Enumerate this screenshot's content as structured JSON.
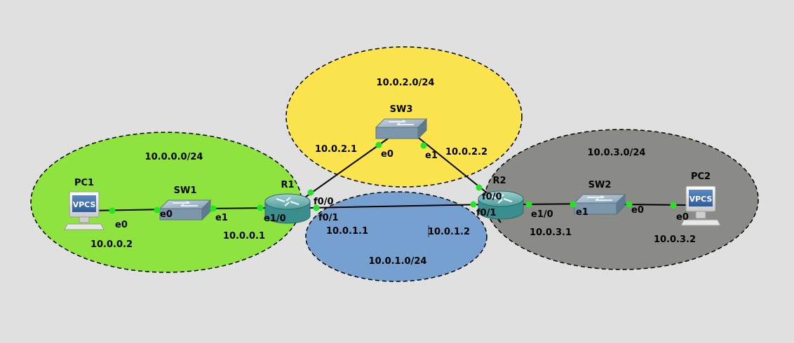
{
  "colors": {
    "background": "#e0e0e0",
    "zone_lan1": "#8ee33f",
    "zone_lan2": "#fce44e",
    "zone_link": "#76a0d0",
    "zone_lan3": "#8a8a86",
    "link_dot": "#22e622",
    "router_body": "#3a8e8e",
    "switch_body": "#7c96ab"
  },
  "zones": {
    "lan1": "10.0.0.0/24",
    "lan2": "10.0.2.0/24",
    "link": "10.0.1.0/24",
    "lan3": "10.0.3.0/24"
  },
  "nodes": {
    "pc1": {
      "name": "PC1",
      "badge": "VPCS",
      "icon": "pc-icon"
    },
    "pc2": {
      "name": "PC2",
      "badge": "VPCS",
      "icon": "pc-icon"
    },
    "sw1": {
      "name": "SW1",
      "icon": "switch-icon"
    },
    "sw2": {
      "name": "SW2",
      "icon": "switch-icon"
    },
    "sw3": {
      "name": "SW3",
      "icon": "switch-icon"
    },
    "r1": {
      "name": "R1",
      "icon": "router-icon"
    },
    "r2": {
      "name": "R2",
      "icon": "router-icon"
    }
  },
  "ports": {
    "pc1_e0": "e0",
    "sw1_e0": "e0",
    "sw1_e1": "e1",
    "r1_e1_0": "e1/0",
    "r1_f0_0": "f0/0",
    "r1_f0_1": "f0/1",
    "sw3_e0": "e0",
    "sw3_e1": "e1",
    "r2_f0_0": "f0/0",
    "r2_f0_1": "f0/1",
    "r2_e1_0": "e1/0",
    "sw2_e1": "e1",
    "sw2_e0": "e0",
    "pc2_e0": "e0"
  },
  "addresses": {
    "pc1": "10.0.0.2",
    "r1_lan1": "10.0.0.1",
    "r1_lan2": "10.0.2.1",
    "r2_lan2": "10.0.2.2",
    "r1_link": "10.0.1.1",
    "r2_link": "10.0.1.2",
    "r2_lan3": "10.0.3.1",
    "pc2": "10.0.3.2"
  }
}
